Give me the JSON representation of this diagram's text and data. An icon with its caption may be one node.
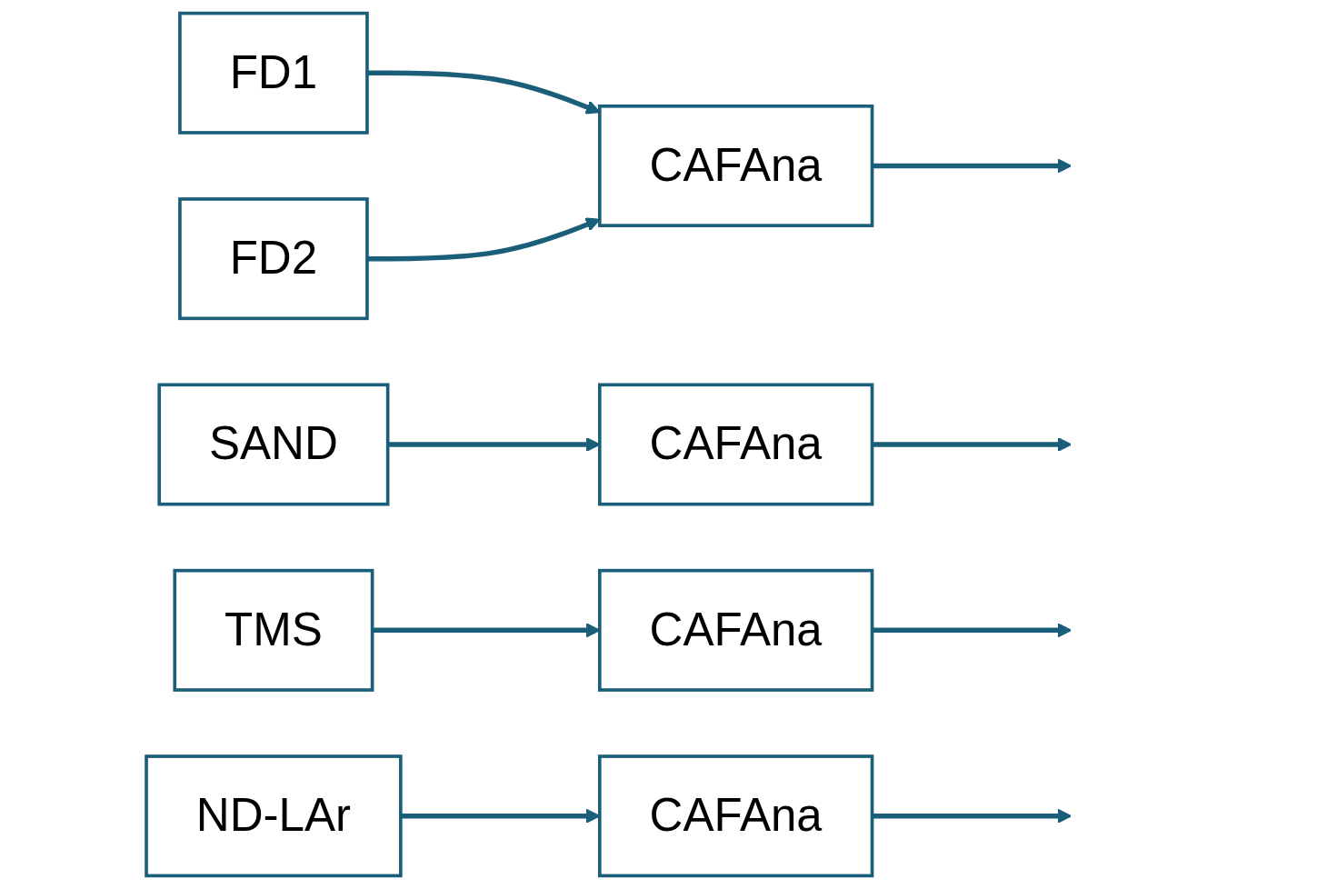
{
  "diagram": {
    "nodes": [
      {
        "text": [
          "FD1"
        ]
      },
      {
        "text": [
          "FD2"
        ]
      },
      {
        "text": [
          "CAFAna"
        ]
      },
      {
        "text": [
          "SAND"
        ]
      },
      {
        "text": [
          "CAFAna"
        ]
      },
      {
        "text": [
          "TMS"
        ]
      },
      {
        "text": [
          "CAFAna"
        ]
      },
      {
        "text": [
          "ND-LAr"
        ]
      },
      {
        "text": [
          "CAFAna"
        ]
      }
    ],
    "edges": [
      {
        "from": 0,
        "to": 2,
        "arrow": "to"
      },
      {
        "from": 1,
        "to": 2,
        "arrow": "to"
      },
      {
        "from": 2,
        "to": null,
        "arrow": "to"
      },
      {
        "from": 3,
        "to": 4,
        "arrow": "to"
      },
      {
        "from": 4,
        "to": null,
        "arrow": "to"
      },
      {
        "from": 5,
        "to": 6,
        "arrow": "to"
      },
      {
        "from": 6,
        "to": null,
        "arrow": "to"
      },
      {
        "from": 7,
        "to": 8,
        "arrow": "to"
      },
      {
        "from": 8,
        "to": null,
        "arrow": "to"
      }
    ]
  }
}
